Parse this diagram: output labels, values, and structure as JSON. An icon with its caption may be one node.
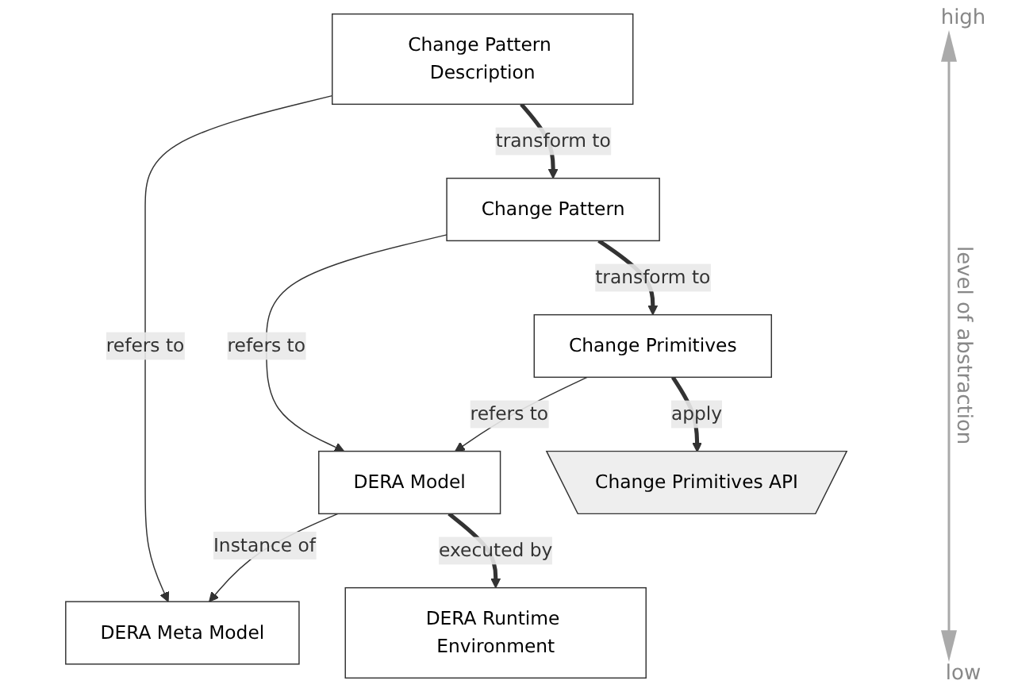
{
  "diagram": {
    "nodes": [
      {
        "text": [
          "DERA Meta Model"
        ]
      },
      {
        "text": [
          "Change Pattern Description"
        ]
      },
      {
        "text": [
          "DERA Model"
        ]
      },
      {
        "text": [
          "Change Pattern"
        ]
      },
      {
        "text": [
          "Change Primitives"
        ]
      },
      {
        "text": [
          "DERA Runtime Environment"
        ]
      },
      {
        "text": [
          "Change Primitives API"
        ]
      }
    ],
    "edges": [
      {
        "from": 1,
        "to": 0,
        "arrow": "to",
        "label": "refers to"
      },
      {
        "from": 2,
        "to": 0,
        "arrow": "to",
        "label": "Instance of"
      },
      {
        "from": 1,
        "to": 3,
        "arrow": "to",
        "label": "transform to",
        "style": "thick"
      },
      {
        "from": 3,
        "to": 2,
        "arrow": "to",
        "label": "refers to"
      },
      {
        "from": 3,
        "to": 4,
        "arrow": "to",
        "label": "transform to",
        "style": "thick"
      },
      {
        "from": 4,
        "to": 2,
        "arrow": "to",
        "label": "refers to"
      },
      {
        "from": 2,
        "to": 5,
        "arrow": "to",
        "label": "executed by",
        "style": "thick"
      },
      {
        "from": 4,
        "to": 6,
        "arrow": "to",
        "label": "apply",
        "style": "thick"
      }
    ],
    "labels": [
      "high",
      "level of abstraction",
      "low"
    ]
  }
}
